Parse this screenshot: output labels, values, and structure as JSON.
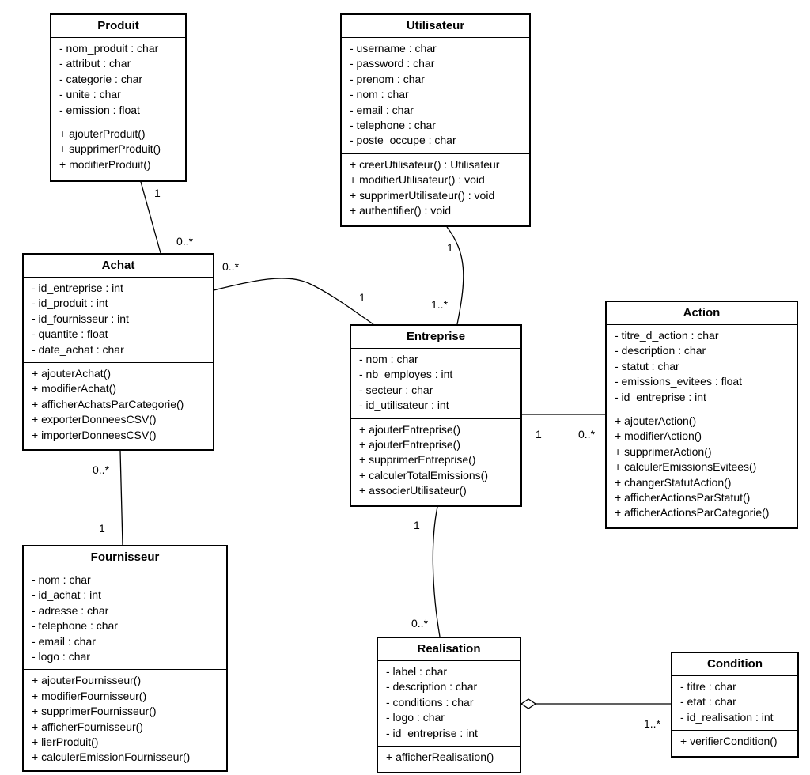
{
  "classes": [
    {
      "id": "produit",
      "name": "Produit",
      "attributes": [
        "- nom_produit : char",
        "- attribut : char",
        "- categorie : char",
        "- unite : char",
        "- emission : float"
      ],
      "operations": [
        "+ ajouterProduit()",
        "+ supprimerProduit()",
        "+ modifierProduit()"
      ]
    },
    {
      "id": "utilisateur",
      "name": "Utilisateur",
      "attributes": [
        "- username : char",
        "- password : char",
        "- prenom : char",
        "- nom : char",
        "- email : char",
        "- telephone : char",
        "- poste_occupe : char"
      ],
      "operations": [
        "+ creerUtilisateur() : Utilisateur",
        "+ modifierUtilisateur() : void",
        "+ supprimerUtilisateur() : void",
        "+ authentifier() : void"
      ]
    },
    {
      "id": "achat",
      "name": "Achat",
      "attributes": [
        "- id_entreprise : int",
        "- id_produit : int",
        "- id_fournisseur : int",
        "- quantite : float",
        "- date_achat : char"
      ],
      "operations": [
        "+ ajouterAchat()",
        "+ modifierAchat()",
        "+ afficherAchatsParCategorie()",
        "+ exporterDonneesCSV()",
        "+ importerDonneesCSV()"
      ]
    },
    {
      "id": "entreprise",
      "name": "Entreprise",
      "attributes": [
        "- nom : char",
        "- nb_employes : int",
        "- secteur : char",
        "- id_utilisateur : int"
      ],
      "operations": [
        "+ ajouterEntreprise()",
        "+ ajouterEntreprise()",
        "+ supprimerEntreprise()",
        "+ calculerTotalEmissions()",
        "+ associerUtilisateur()"
      ]
    },
    {
      "id": "action",
      "name": "Action",
      "attributes": [
        "- titre_d_action : char",
        "- description : char",
        "- statut : char",
        "- emissions_evitees : float",
        "- id_entreprise : int"
      ],
      "operations": [
        "+ ajouterAction()",
        "+ modifierAction()",
        "+ supprimerAction()",
        "+ calculerEmissionsEvitees()",
        "+ changerStatutAction()",
        "+ afficherActionsParStatut()",
        "+ afficherActionsParCategorie()"
      ]
    },
    {
      "id": "fournisseur",
      "name": "Fournisseur",
      "attributes": [
        "- nom : char",
        "- id_achat : int",
        "- adresse : char",
        "- telephone : char",
        "- email : char",
        "- logo : char"
      ],
      "operations": [
        "+ ajouterFournisseur()",
        "+ modifierFournisseur()",
        "+ supprimerFournisseur()",
        "+ afficherFournisseur()",
        "+ lierProduit()",
        "+ calculerEmissionFournisseur()"
      ]
    },
    {
      "id": "realisation",
      "name": "Realisation",
      "attributes": [
        "- label : char",
        "- description : char",
        "- conditions : char",
        "- logo : char",
        "- id_entreprise : int"
      ],
      "operations": [
        "+ afficherRealisation()"
      ]
    },
    {
      "id": "condition",
      "name": "Condition",
      "attributes": [
        "- titre : char",
        "- etat : char",
        "- id_realisation : int"
      ],
      "operations": [
        "+ verifierCondition()"
      ]
    }
  ],
  "associations": [
    {
      "id": "produit-achat",
      "from": "Produit",
      "to": "Achat",
      "multiplicities": [
        "1",
        "0..*"
      ]
    },
    {
      "id": "achat-entreprise",
      "from": "Achat",
      "to": "Entreprise",
      "multiplicities": [
        "0..*",
        "1"
      ]
    },
    {
      "id": "utilisateur-entreprise",
      "from": "Utilisateur",
      "to": "Entreprise",
      "multiplicities": [
        "1",
        "1..*"
      ]
    },
    {
      "id": "entreprise-action",
      "from": "Entreprise",
      "to": "Action",
      "multiplicities": [
        "1",
        "0..*"
      ]
    },
    {
      "id": "achat-fournisseur",
      "from": "Achat",
      "to": "Fournisseur",
      "multiplicities": [
        "0..*",
        "1"
      ]
    },
    {
      "id": "entreprise-realisation",
      "from": "Entreprise",
      "to": "Realisation",
      "multiplicities": [
        "1",
        "0..*"
      ]
    },
    {
      "id": "realisation-condition",
      "from": "Realisation",
      "to": "Condition",
      "kind": "aggregation",
      "multiplicities": [
        "1..*"
      ]
    }
  ]
}
